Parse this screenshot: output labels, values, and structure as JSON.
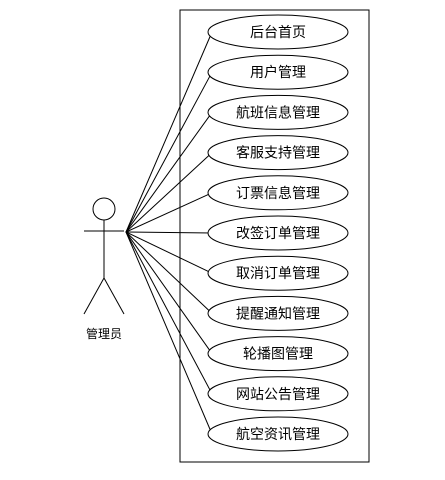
{
  "actor": {
    "label": "管理员"
  },
  "use_cases": [
    {
      "label": "后台首页"
    },
    {
      "label": "用户管理"
    },
    {
      "label": "航班信息管理"
    },
    {
      "label": "客服支持管理"
    },
    {
      "label": "订票信息管理"
    },
    {
      "label": "改签订单管理"
    },
    {
      "label": "取消订单管理"
    },
    {
      "label": "提醒通知管理"
    },
    {
      "label": "轮播图管理"
    },
    {
      "label": "网站公告管理"
    },
    {
      "label": "航空资讯管理"
    }
  ],
  "colors": {
    "stroke": "#000000",
    "background": "#ffffff"
  }
}
